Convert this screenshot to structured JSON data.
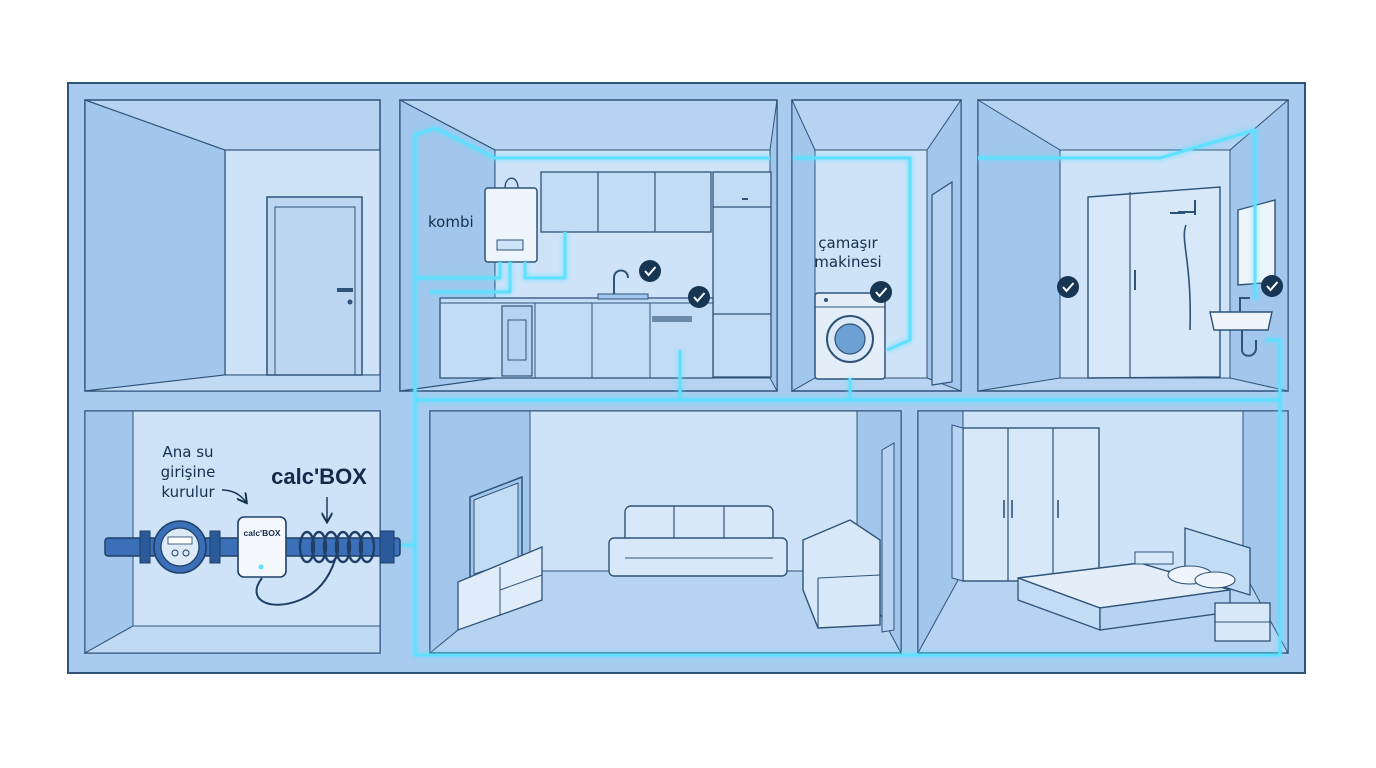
{
  "labels": {
    "boiler": "kombi",
    "washer_line1": "çamaşır",
    "washer_line2": "makinesi",
    "install_line1": "Ana su",
    "install_line2": "girişine",
    "install_line3": "kurulur",
    "brand": "calc'BOX",
    "device_brand": "calc'BOX"
  },
  "colors": {
    "house_bg": "#a9cbef",
    "room_back": "#cfe3f8",
    "room_side": "#b6d3f1",
    "line": "#2f5378",
    "pipe_glow": "#5fe0ff",
    "check_bg": "#163654"
  },
  "icons": {
    "check": "check-badge-icon",
    "arrow": "arrow-icon"
  }
}
